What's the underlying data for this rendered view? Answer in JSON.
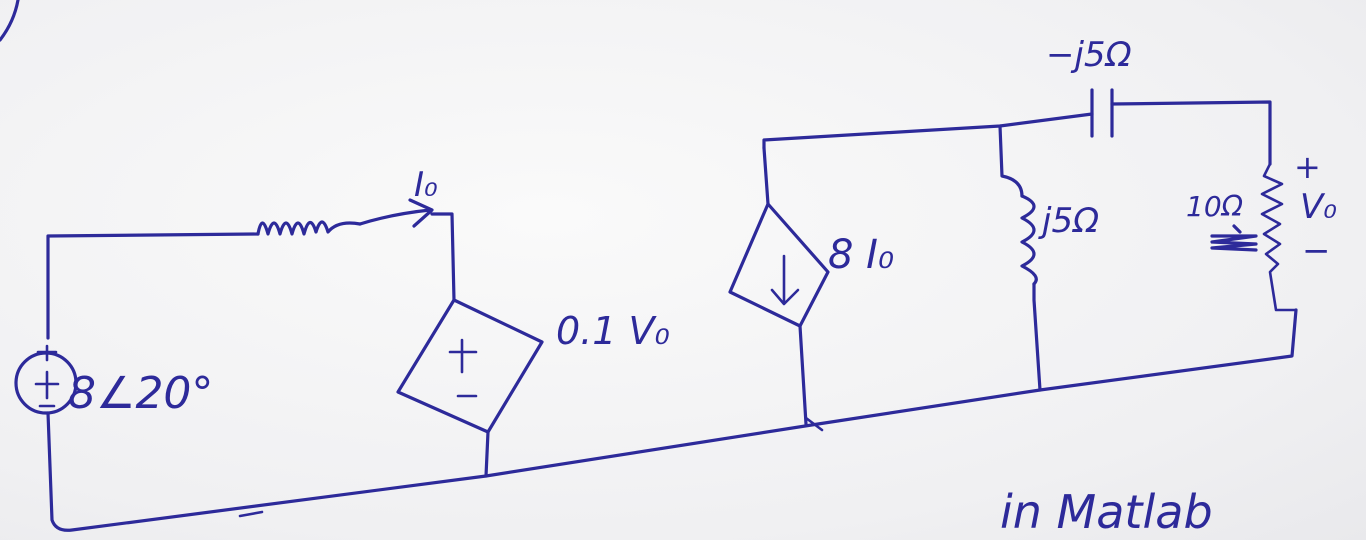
{
  "colors": {
    "ink": "#2d2a9a",
    "paper": "#f4f4f4"
  },
  "labels": {
    "source": "8∠20°",
    "current_label": "I₀",
    "dependent_voltage": "0.1 V₀",
    "dependent_current": "8 I₀",
    "inductor": "j5Ω",
    "capacitor": "−j5Ω",
    "resistor_right": "10Ω",
    "vo_plus": "+",
    "vo_label": "V₀",
    "vo_minus": "−",
    "bottom_note": "in Matlab"
  }
}
